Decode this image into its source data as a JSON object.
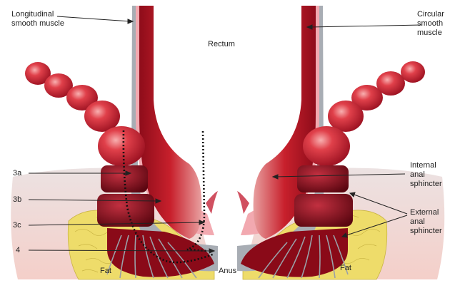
{
  "labels": {
    "longitudinal": "Longitudinal\nsmooth muscle",
    "circular": "Circular\nsmooth\nmuscle",
    "rectum": "Rectum",
    "internal": "Internal\nanal\nsphincter",
    "external": "External\nanal\nsphincter",
    "l3a": "3a",
    "l3b": "3b",
    "l3c": "3c",
    "l4": "4",
    "fat_left": "Fat",
    "fat_right": "Fat",
    "anus": "Anus"
  },
  "colors": {
    "muscle_dark": "#9a1020",
    "muscle_mid": "#c8202c",
    "muscle_light": "#e8505a",
    "gray_layer": "#9aa0a8",
    "fat": "#f0e070",
    "tissue": "#e6dada",
    "skin": "#f3c7c2"
  }
}
